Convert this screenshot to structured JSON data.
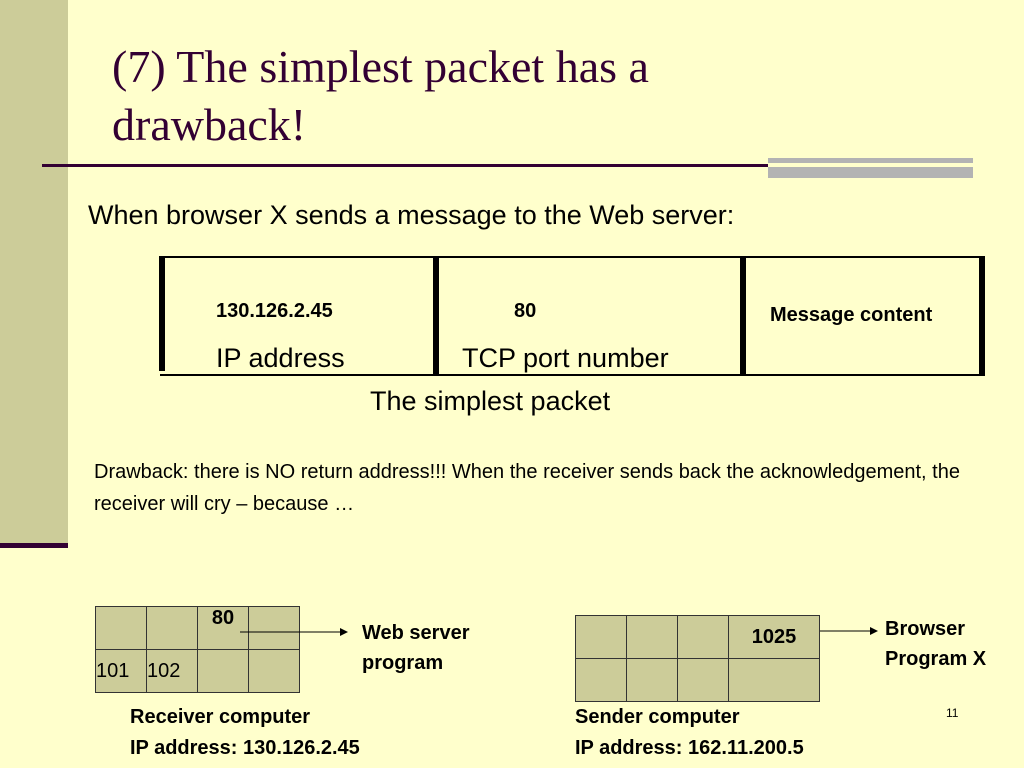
{
  "slide": {
    "title": "(7) The simplest packet has a\ndrawback!",
    "subtitle": "When browser X sends a message to the Web server:",
    "page_number": "11"
  },
  "packet": {
    "ip_value": "130.126.2.45",
    "port_value": "80",
    "message": "Message content",
    "ip_label": "IP address",
    "port_label": "TCP port number",
    "caption": "The simplest packet"
  },
  "drawback": "Drawback: there is NO return address!!! When the receiver sends back the acknowledgement, the receiver will cry – because …",
  "receiver": {
    "grid_top": [
      "",
      "",
      "80",
      ""
    ],
    "grid_bottom": [
      "101",
      "102",
      "",
      ""
    ],
    "arrow_label": "Web server program",
    "caption_line1": "Receiver computer",
    "caption_line2": "IP address: 130.126.2.45"
  },
  "sender": {
    "grid_top": [
      "",
      "",
      "",
      "1025"
    ],
    "grid_bottom": [
      "",
      "",
      "",
      ""
    ],
    "arrow_label": "Browser Program X",
    "caption_line1": "Sender computer",
    "caption_line2": "IP address: 162.11.200.5"
  },
  "colors": {
    "background": "#FFFFCC",
    "band": "#CCCC99",
    "title": "#330033",
    "cell_fill": "#CCCC99"
  }
}
